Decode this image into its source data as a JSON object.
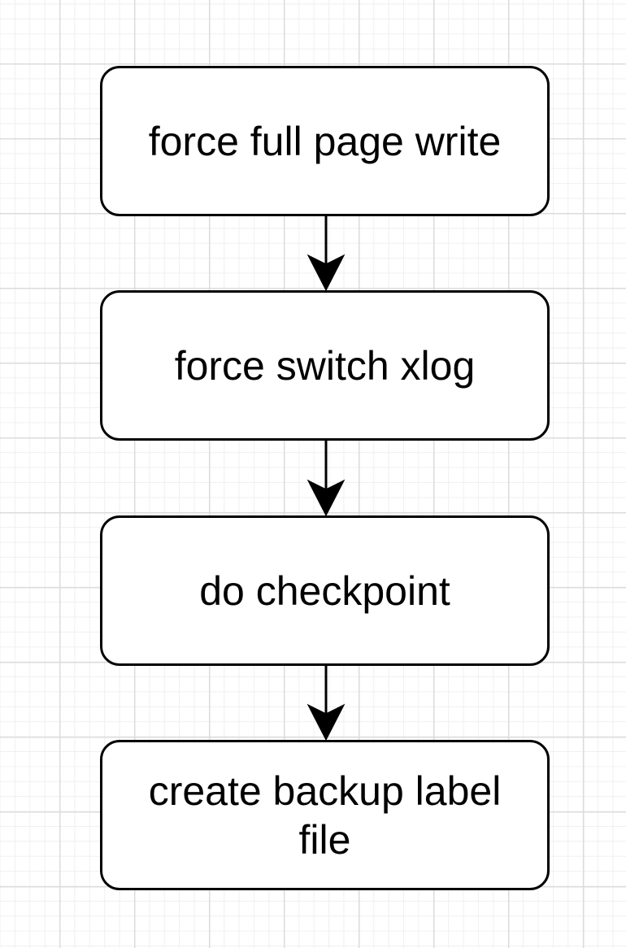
{
  "diagram": {
    "type": "flowchart",
    "nodes": [
      {
        "id": "n1",
        "label": "force full page write"
      },
      {
        "id": "n2",
        "label": "force switch xlog"
      },
      {
        "id": "n3",
        "label": "do checkpoint"
      },
      {
        "id": "n4",
        "label": "create backup label file"
      }
    ],
    "edges": [
      {
        "from": "n1",
        "to": "n2"
      },
      {
        "from": "n2",
        "to": "n3"
      },
      {
        "from": "n3",
        "to": "n4"
      }
    ]
  }
}
